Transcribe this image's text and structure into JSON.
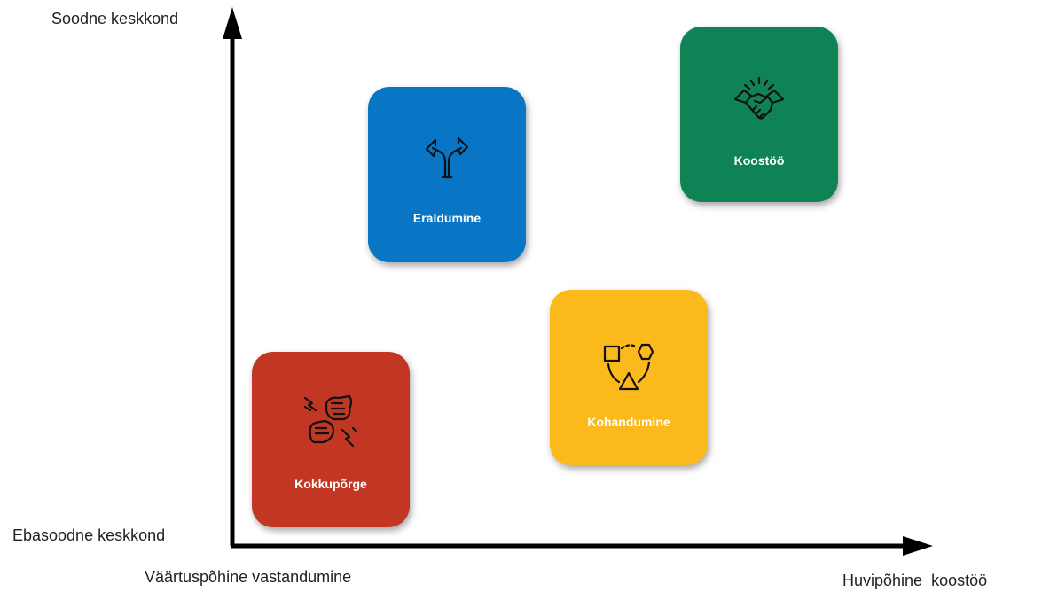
{
  "axes": {
    "y_top_label": "Soodne keskkond",
    "y_bottom_label": "Ebasoodne keskkond",
    "x_left_label": "Väärtuspõhine vastandumine",
    "x_right_label": "Huvipõhine  koostöö"
  },
  "cards": [
    {
      "label": "Eraldumine",
      "color": "#0876c4",
      "text_color": "#ffffff",
      "icon": "diverging-arrows-icon"
    },
    {
      "label": "Koostöö",
      "color": "#0f8355",
      "text_color": "#ffffff",
      "icon": "handshake-icon"
    },
    {
      "label": "Kohandumine",
      "color": "#fcb91c",
      "text_color": "#ffffff",
      "icon": "shapes-cycle-icon"
    },
    {
      "label": "Kokkupõrge",
      "color": "#c23723",
      "text_color": "#ffffff",
      "icon": "clashing-fists-icon"
    }
  ]
}
